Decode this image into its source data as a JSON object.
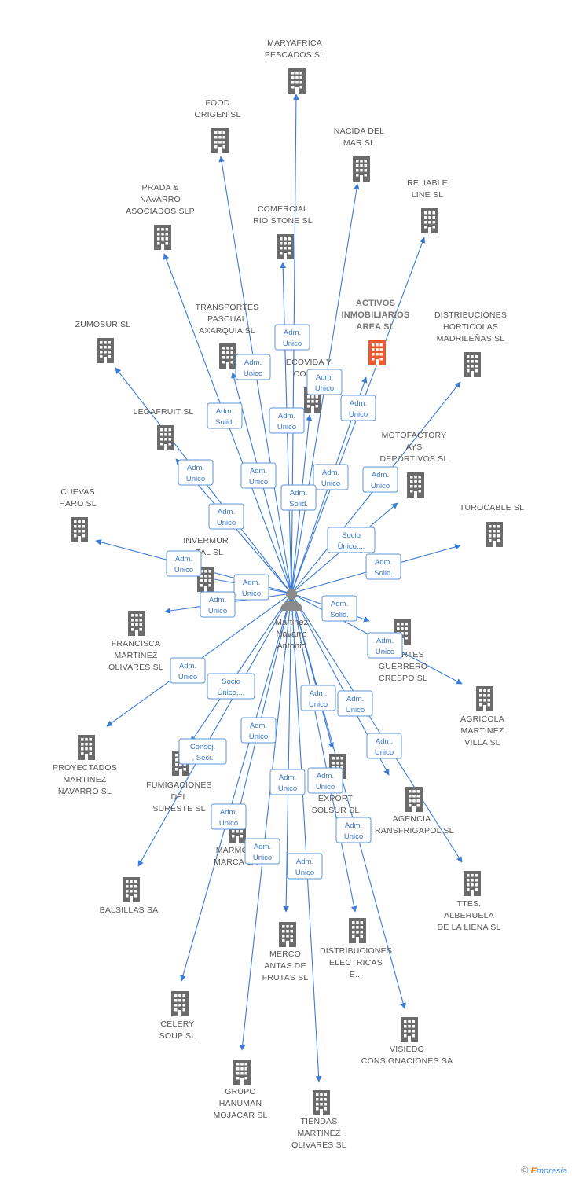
{
  "person": {
    "name_lines": [
      "Martinez",
      "Navarro",
      "Antonio"
    ],
    "icon": "person-icon"
  },
  "colors": {
    "edge": "#3a7bd5",
    "building": "#6b6b6b",
    "highlight": "#f0552b",
    "label_border": "#5b95d8"
  },
  "companies": [
    {
      "id": "maryafrica",
      "lines": [
        "MARYAFRICA",
        "PESCADOS SL"
      ],
      "relation": "Adm. Unico"
    },
    {
      "id": "food-origen",
      "lines": [
        "FOOD",
        "ORIGEN  SL"
      ],
      "relation": "Adm. Unico"
    },
    {
      "id": "nacida-del-mar",
      "lines": [
        "NACIDA DEL",
        "MAR SL"
      ],
      "relation": "Adm. Unico"
    },
    {
      "id": "reliable-line",
      "lines": [
        "RELIABLE",
        "LINE SL"
      ],
      "relation": "Adm. Unico"
    },
    {
      "id": "prada-navarro",
      "lines": [
        "PRADA &",
        "NAVARRO",
        "ASOCIADOS SLP"
      ],
      "relation": "Adm. Solid."
    },
    {
      "id": "comercial-rio-stone",
      "lines": [
        "COMERCIAL",
        "RIO STONE SL"
      ],
      "relation": "Adm. Unico"
    },
    {
      "id": "activos-inmobiliarios",
      "lines": [
        "ACTIVOS",
        "INMOBILIARIOS",
        "AREA SL"
      ],
      "relation": "Adm. Unico",
      "highlight": true
    },
    {
      "id": "distribuciones-horticolas",
      "lines": [
        "DISTRIBUCIONES",
        "HORTICOLAS",
        "MADRILEÑAS SL"
      ],
      "relation": "Adm. Unico"
    },
    {
      "id": "transportes-pascual",
      "lines": [
        "TRANSPORTES",
        "PASCUAL",
        "AXARQUIA SL"
      ],
      "relation": "Adm. Unico"
    },
    {
      "id": "ecovida",
      "lines": [
        "ECOVIDA Y",
        "CONF..."
      ],
      "relation": "Adm. Solid."
    },
    {
      "id": "zumosur",
      "lines": [
        "ZUMOSUR SL"
      ],
      "relation": "Adm. Unico"
    },
    {
      "id": "legafruit",
      "lines": [
        "LEGAFRUIT SL"
      ],
      "relation": "Adm. Unico"
    },
    {
      "id": "motofactory",
      "lines": [
        "MOTOFACTORY",
        "AYS",
        "DEPORTIVOS SL"
      ],
      "relation": "Socio Único,..."
    },
    {
      "id": "cuevas-haro",
      "lines": [
        "CUEVAS",
        "HARO SL"
      ],
      "relation": "Adm. Unico"
    },
    {
      "id": "turocable",
      "lines": [
        "TUROCABLE SL"
      ],
      "relation": "Adm. Solid."
    },
    {
      "id": "invermur",
      "lines": [
        "INVERMUR",
        "...TAL SL"
      ],
      "relation": "Adm. Unico"
    },
    {
      "id": "francisca-martinez",
      "lines": [
        "FRANCISCA",
        "MARTINEZ",
        "OLIVARES SL"
      ],
      "relation": "Adm. Unico"
    },
    {
      "id": "transportes-guerrero",
      "lines": [
        "...PORTES",
        "GUERRERO",
        "CRESPO SL"
      ],
      "relation": "Adm. Solid."
    },
    {
      "id": "agricola-martinez",
      "lines": [
        "AGRICOLA",
        "MARTINEZ",
        "VILLA SL"
      ],
      "relation": "Adm. Unico"
    },
    {
      "id": "proyectados-martinez",
      "lines": [
        "PROYECTADOS",
        "MARTINEZ",
        "NAVARRO SL"
      ],
      "relation": "Adm. Unico"
    },
    {
      "id": "fumigaciones",
      "lines": [
        "FUMIGACIONES",
        "DEL",
        "SURESTE  SL"
      ],
      "relation": "Socio Único,..."
    },
    {
      "id": "export-solsur",
      "lines": [
        "...-",
        "EXPORT",
        "SOLSUR SL"
      ],
      "relation": "Adm. Unico"
    },
    {
      "id": "agencia-transfrigapol",
      "lines": [
        "AGENCIA",
        "TRANSFRIGAPOL SL"
      ],
      "relation": "Adm. Unico"
    },
    {
      "id": "balsillas",
      "lines": [
        "BALSILLAS SA"
      ],
      "relation": "Consej. , Secr."
    },
    {
      "id": "marmoles-marca",
      "lines": [
        "MARMO...",
        "MARCA SA"
      ],
      "relation": "Adm. Unico"
    },
    {
      "id": "ttes-alberuela",
      "lines": [
        "TTES.",
        "ALBERUELA",
        "DE LA LIENA SL"
      ],
      "relation": "Adm. Unico"
    },
    {
      "id": "merco-antas",
      "lines": [
        "MERCO",
        "ANTAS DE",
        "FRUTAS SL"
      ],
      "relation": "Adm. Unico"
    },
    {
      "id": "distribuciones-electricas",
      "lines": [
        "DISTRIBUCIONES",
        "ELECTRICAS",
        "E..."
      ],
      "relation": "Adm. Unico"
    },
    {
      "id": "celery-soup",
      "lines": [
        "CELERY",
        "SOUP SL"
      ],
      "relation": "Adm. Unico"
    },
    {
      "id": "visiedo",
      "lines": [
        "VISIEDO",
        "CONSIGNACIONES SA"
      ],
      "relation": "Adm. Unico"
    },
    {
      "id": "grupo-hanuman",
      "lines": [
        "GRUPO",
        "HANUMAN",
        "MOJACAR SL"
      ],
      "relation": "Adm. Unico"
    },
    {
      "id": "tiendas-martinez",
      "lines": [
        "TIENDAS",
        "MARTINEZ",
        "OLIVARES SL"
      ],
      "relation": "Adm. Unico"
    }
  ],
  "footer": {
    "copyright": "©",
    "brand_e": "E",
    "brand_rest": "mpresia"
  }
}
